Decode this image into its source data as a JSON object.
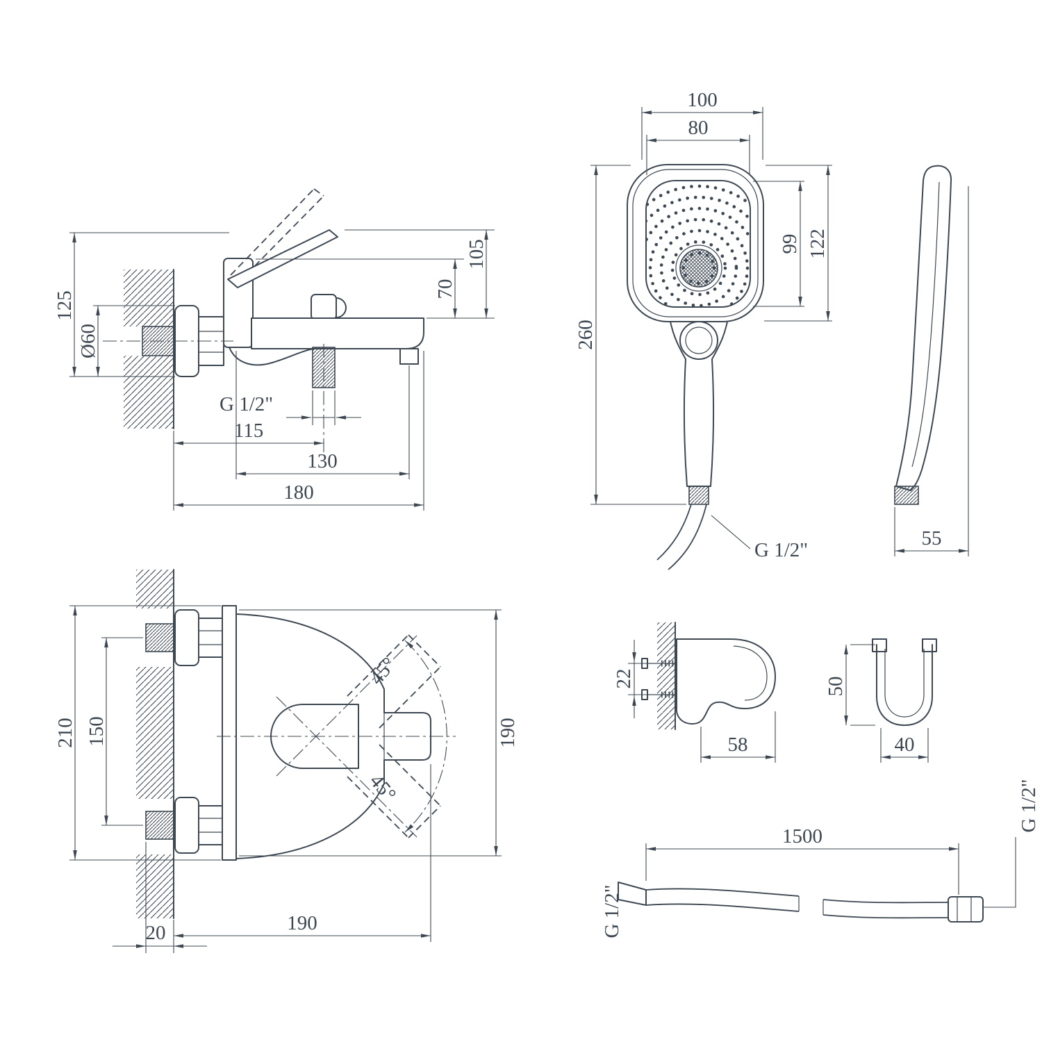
{
  "colors": {
    "line": "#3c4752",
    "background": "#ffffff"
  },
  "views": {
    "mixer_side": {
      "dims": {
        "height": "125",
        "escutcheon": "Ø60",
        "spout_height": "105",
        "body_height": "70",
        "thread": "G 1/2\"",
        "wall_to_shower": "115",
        "wall_to_outlet": "130",
        "depth": "180"
      }
    },
    "shower_front": {
      "dims": {
        "width": "100",
        "face_width": "80",
        "face_height": "99",
        "head_height": "122",
        "length": "260",
        "thread": "G 1/2\""
      }
    },
    "shower_side": {
      "dims": {
        "depth": "55"
      }
    },
    "mixer_front": {
      "dims": {
        "height": "210",
        "mount_centers": "150",
        "angle_up": "45°",
        "angle_down": "45°",
        "body_height": "190",
        "wall_offset": "20",
        "width": "190"
      }
    },
    "holder_side": {
      "dims": {
        "screw_centers": "22",
        "depth": "58"
      }
    },
    "holder_front": {
      "dims": {
        "height": "50",
        "width": "40"
      }
    },
    "hose": {
      "dims": {
        "length": "1500",
        "thread_left": "G 1/2\"",
        "thread_right": "G 1/2\""
      }
    }
  }
}
